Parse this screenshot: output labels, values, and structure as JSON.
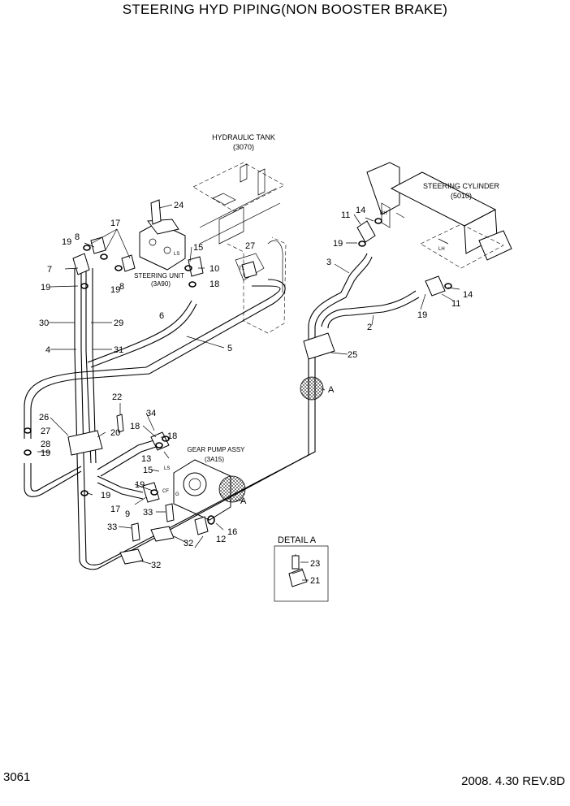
{
  "header": {
    "title": "STEERING HYD PIPING(NON BOOSTER BRAKE)"
  },
  "footer": {
    "page_number": "3061",
    "revision": "2008. 4.30  REV.8D"
  },
  "components": {
    "hydraulic_tank": {
      "name": "HYDRAULIC TANK",
      "code": "(3070)"
    },
    "steering_cylinder": {
      "name": "STEERING CYLINDER",
      "code": "(5010)"
    },
    "steering_unit": {
      "name": "STEERING UNIT",
      "code": "(3A90)"
    },
    "gear_pump": {
      "name": "GEAR PUMP ASSY",
      "code": "(3A15)"
    }
  },
  "port_labels": {
    "ls_unit": "LS",
    "t1": "T1",
    "rh": "RH",
    "lh": "LH",
    "ls_pump": "LS",
    "cf": "CF",
    "g": "G"
  },
  "detail": {
    "title": "DETAIL A"
  },
  "callouts": {
    "c24": "24",
    "c17": "17",
    "c19a": "19",
    "c8a": "8",
    "c15a": "15",
    "c7": "7",
    "c10": "10",
    "c19b": "19",
    "c19c": "19",
    "c8b": "8",
    "c18a": "18",
    "c27a": "27",
    "c6": "6",
    "c30": "30",
    "c29": "29",
    "c4": "4",
    "c31": "31",
    "c5": "5",
    "c14a": "14",
    "c11a": "11",
    "c19d": "19",
    "c3": "3",
    "c2": "2",
    "c25": "25",
    "c14b": "14",
    "c11b": "11",
    "c19e": "19",
    "cA1": "A",
    "c22": "22",
    "c26": "26",
    "c27b": "27",
    "c20": "20",
    "c28": "28",
    "c19f": "19",
    "c34": "34",
    "c18b": "18",
    "c18c": "18",
    "c13": "13",
    "c15b": "15",
    "c19g": "19",
    "c17b": "17",
    "c9": "9",
    "c19h": "19",
    "c33a": "33",
    "cA2": "A",
    "c33b": "33",
    "c16": "16",
    "c12": "12",
    "c32a": "32",
    "c32b": "32",
    "c23": "23",
    "c21": "21"
  }
}
